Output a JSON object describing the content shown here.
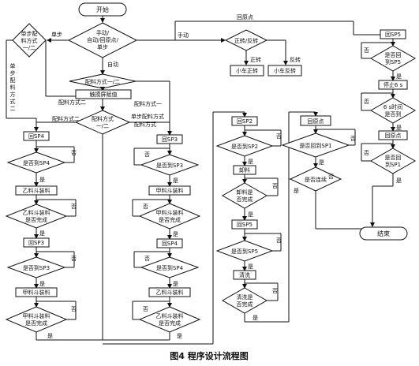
{
  "caption": "图4   程序设计流程图",
  "start": "开始",
  "end": "结束",
  "mode_decision": [
    "手动/",
    "自动/回原点/",
    "单步"
  ],
  "mode_labels": {
    "single_step": "单步",
    "manual": "手动",
    "auto": "自动",
    "home_point": "回原点"
  },
  "single_step_recipe": [
    "单步配",
    "料方式",
    "一/二"
  ],
  "single_step_left": [
    "单",
    "步",
    "配",
    "料",
    "方",
    "式",
    "二"
  ],
  "recipe_12": "配料方式一/二",
  "touchscreen": "触摸屏赋值",
  "recipe1": "配料方式一",
  "recipe2": "配料方式二",
  "recipe_dec_left": [
    "配料方式",
    "一/二"
  ],
  "recipe_dec_top": [
    "单步配料方式",
    "配料方式"
  ],
  "recipe_dec_label2": "配料方式二",
  "fwd_rev": "正转/反转",
  "fwd": "正转",
  "rev": "反转",
  "cart_fwd": "小车正转",
  "cart_rev": "小车反转",
  "col1": {
    "b1": "回SP4",
    "d1": "是否到SP4",
    "b2": "乙料斗装料",
    "d2": [
      "乙料斗装料",
      "是否完成"
    ],
    "b3": "回SP3",
    "d3": "是否到SP3",
    "b4": "甲料斗装料",
    "d4": [
      "甲料斗装料",
      "是否完成"
    ]
  },
  "col2": {
    "b1": "回SP3",
    "d1": "是否到SP3",
    "b2": "甲料斗装料",
    "d2": [
      "甲料斗装料",
      "是否完成"
    ],
    "b3": "回SP4",
    "d3": "是否到SP4",
    "b4": "乙料斗装料",
    "d4": [
      "乙料斗装料",
      "是否完成"
    ]
  },
  "col3": {
    "b1": "回SP2",
    "d1": "是否到SP2",
    "b2": "卸料",
    "d2": [
      "卸料是",
      "否完成"
    ],
    "b3": "回SP5",
    "d3": "是否到SP5",
    "b4": "清洗",
    "d4": [
      "清洗是",
      "否完成"
    ]
  },
  "col4": {
    "b1": "回原点",
    "d1": "是否回到SP1",
    "d2": "是否连续"
  },
  "col5": {
    "b1": "回SP5",
    "d1": [
      "是否回",
      "到SP5"
    ],
    "b2": "停止6 s",
    "d2": [
      "6 s时间",
      "是否到"
    ],
    "b3": "回原点",
    "d3": [
      "是否回",
      "到SP1"
    ]
  },
  "yes": "是",
  "no": "否"
}
